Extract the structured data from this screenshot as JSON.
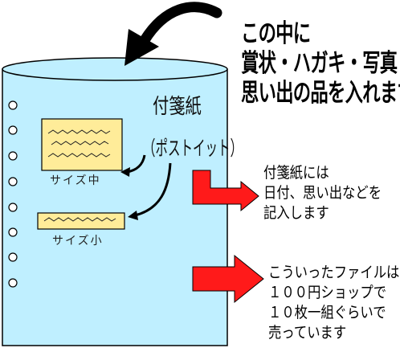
{
  "heading": {
    "lines": [
      "この中に",
      "賞状・ハガキ・写真",
      "思い出の品を入れます"
    ]
  },
  "sticky_note": {
    "title": "付箋紙",
    "subtitle": "（ポストイット）"
  },
  "sizes": {
    "medium_label": "サイズ中",
    "small_label": "サイズ小"
  },
  "side_notes": {
    "note_1_lines": [
      "付箋紙には",
      "日付、思い出などを",
      "記入します"
    ],
    "note_2_lines": [
      "こういったファイルは",
      "１００円ショップで",
      "１０枚一組ぐらいで",
      "売っています"
    ]
  },
  "colors": {
    "file_fill": "#bfefff",
    "sticky_fill": "#ffec99",
    "arrow_red": "#ff1a1a",
    "outline": "#000000"
  },
  "icons": [
    "curved-arrow-icon",
    "elbow-arrow-icon",
    "block-arrow-icon",
    "binder-hole-icon",
    "squiggle-icon"
  ]
}
